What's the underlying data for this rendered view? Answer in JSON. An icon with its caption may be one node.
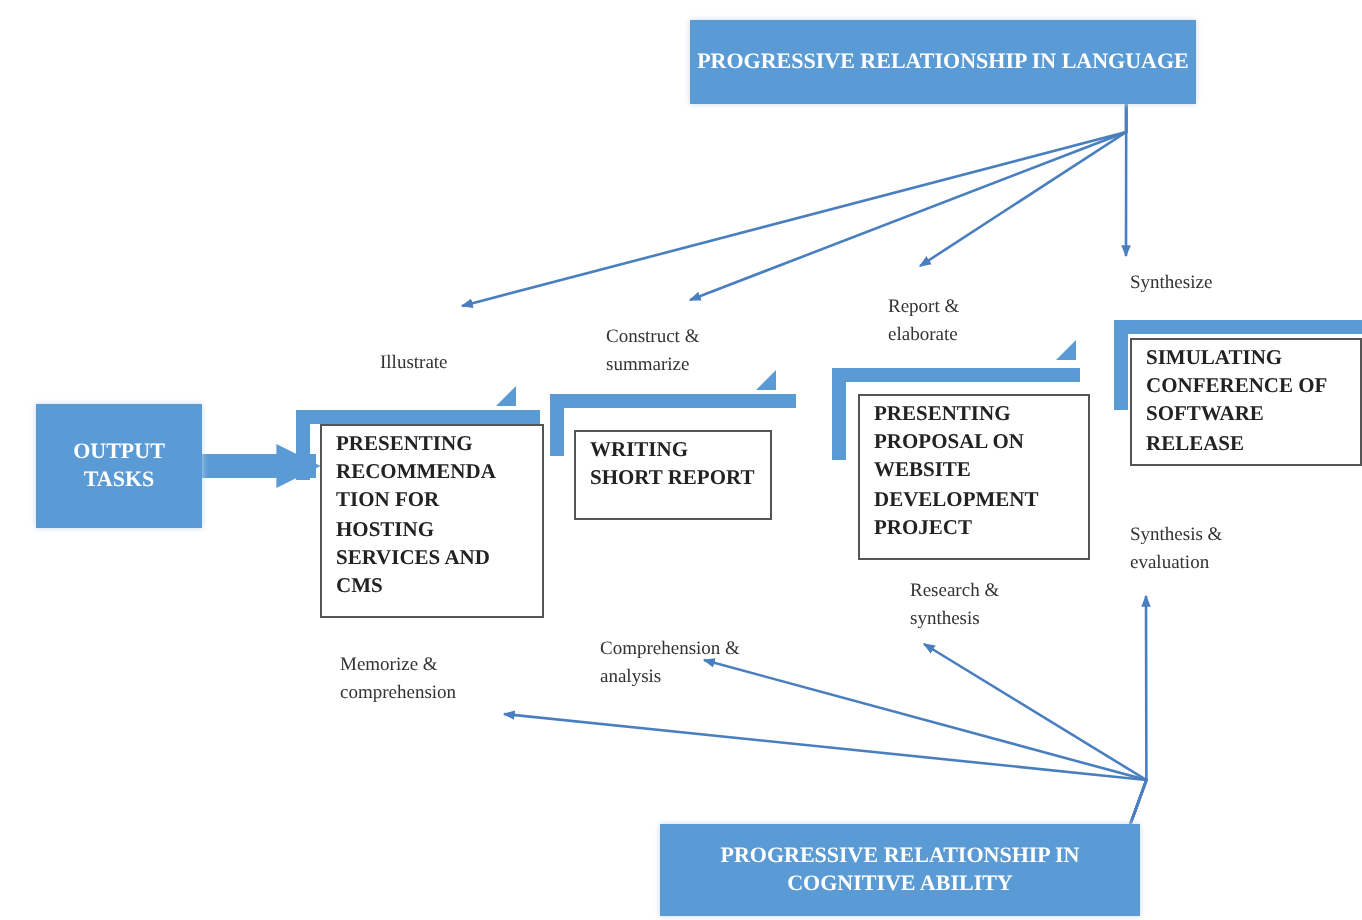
{
  "diagram": {
    "nodes": [
      {
        "text": [
          "PROGRESSIVE RELATIONSHIP IN LANGUAGE"
        ]
      },
      {
        "text": [
          "OUTPUT TASKS"
        ]
      },
      {
        "text": [
          "PRESENTING RECOMMENDA TION FOR HOSTING SERVICES AND CMS"
        ]
      },
      {
        "text": [
          "WRITING SHORT REPORT"
        ]
      },
      {
        "text": [
          "PRESENTING PROPOSAL ON WEBSITE DEVELOPMENT PROJECT"
        ]
      },
      {
        "text": [
          "SIMULATING CONFERENCE OF SOFTWARE RELEASE"
        ]
      },
      {
        "text": [
          "Illustrate"
        ]
      },
      {
        "text": [
          "Construct & summarize"
        ]
      },
      {
        "text": [
          "Report & elaborate"
        ]
      },
      {
        "text": [
          "Synthesize"
        ]
      },
      {
        "text": [
          "Memorize & comprehension"
        ]
      },
      {
        "text": [
          "Comprehension & analysis"
        ]
      },
      {
        "text": [
          "Research & synthesis"
        ]
      },
      {
        "text": [
          "Synthesis & evaluation"
        ]
      },
      {
        "text": [
          "PROGRESSIVE RELATIONSHIP IN COGNITIVE ABILITY"
        ]
      }
    ],
    "edges": [
      {
        "from": 0,
        "to": 6,
        "arrow": "to"
      },
      {
        "from": 0,
        "to": 7,
        "arrow": "to"
      },
      {
        "from": 0,
        "to": 8,
        "arrow": "to"
      },
      {
        "from": 0,
        "to": 9,
        "arrow": "to"
      },
      {
        "from": 14,
        "to": 10,
        "arrow": "to"
      },
      {
        "from": 14,
        "to": 11,
        "arrow": "to"
      },
      {
        "from": 14,
        "to": 12,
        "arrow": "to"
      },
      {
        "from": 14,
        "to": 13,
        "arrow": "to"
      },
      {
        "from": 1,
        "to": 2,
        "arrow": "to",
        "style": "thick"
      }
    ]
  }
}
